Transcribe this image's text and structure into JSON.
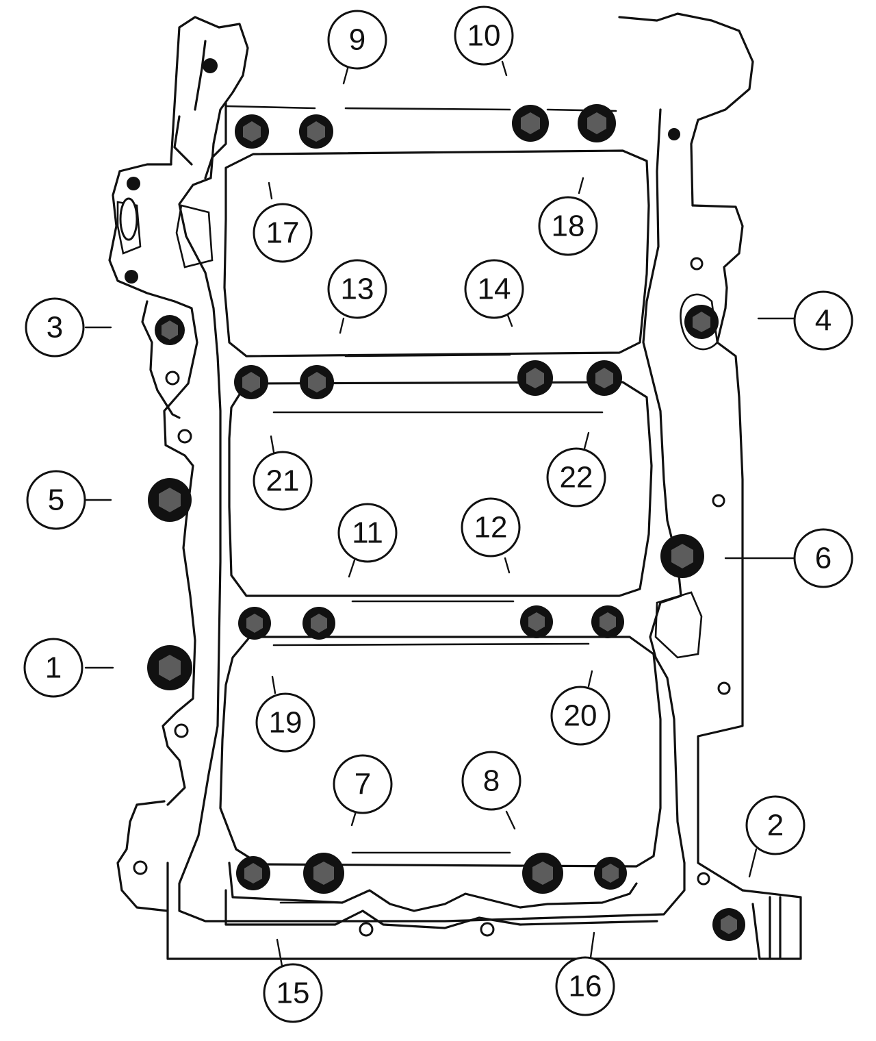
{
  "diagram": {
    "type": "bolt-tightening-sequence",
    "labels": [
      "1",
      "2",
      "3",
      "4",
      "5",
      "6",
      "7",
      "8",
      "9",
      "10",
      "11",
      "12",
      "13",
      "14",
      "15",
      "16",
      "17",
      "18",
      "19",
      "20",
      "21",
      "22"
    ],
    "colors": {
      "line": "#111111",
      "bolt_face": "#5c5c5c",
      "background": "#ffffff"
    }
  }
}
